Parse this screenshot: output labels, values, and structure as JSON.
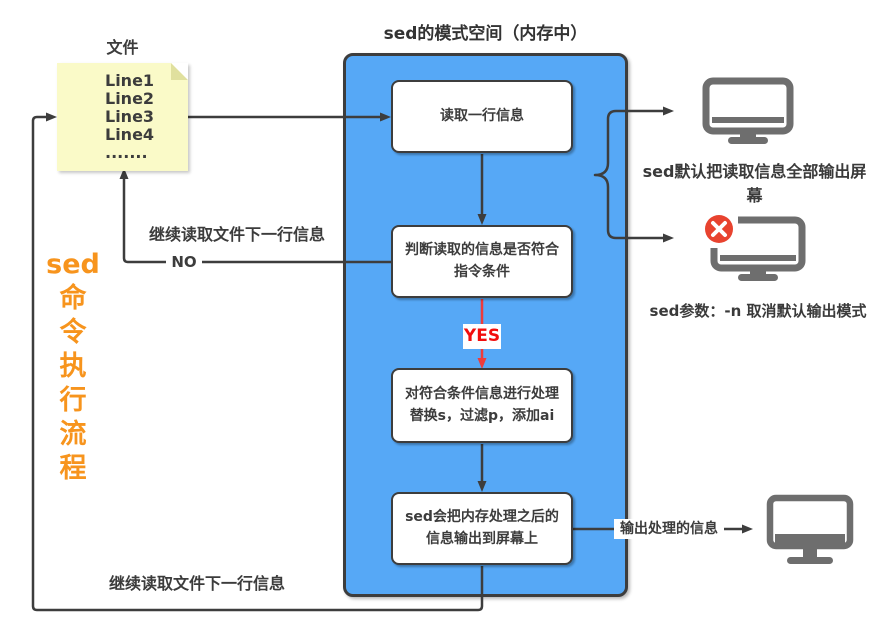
{
  "title": "sed的模式空间（内存中）",
  "file_note": {
    "label": "文件",
    "lines": "Line1\nLine2\nLine3\nLine4\n......."
  },
  "side_label": "sed\n命\n令\n执\n行\n流\n程",
  "flow_boxes": [
    {
      "text": "读取一行信息"
    },
    {
      "text": "判断读取的信息是否符合\n指令条件"
    },
    {
      "text": "对符合条件信息进行处理\n替换s，过滤p，添加ai"
    },
    {
      "text": "sed会把内存处理之后的\n信息输出到屏幕上"
    }
  ],
  "edge_labels": {
    "no": "NO",
    "yes": "YES",
    "continue_top": "继续读取文件下一行信息",
    "continue_bottom": "继续读取文件下一行信息",
    "output_processed": "输出处理的信息"
  },
  "outputs": {
    "default_output": {
      "caption": "sed默认把读取信息全部输出屏幕"
    },
    "suppressed_output": {
      "caption": "sed参数：-n 取消默认输出模式"
    }
  },
  "colors": {
    "container_blue": "#56A8F6",
    "note_yellow": "#FAFAC8",
    "accent_orange": "#F7941D",
    "yes_red": "#F20D0D",
    "red_arrow": "#EE3B3B",
    "badge_red": "#E8432F",
    "line_dark": "#3D3D3D",
    "monitor_gray": "#6E6E6E",
    "text_dark": "#3C3C3C"
  }
}
